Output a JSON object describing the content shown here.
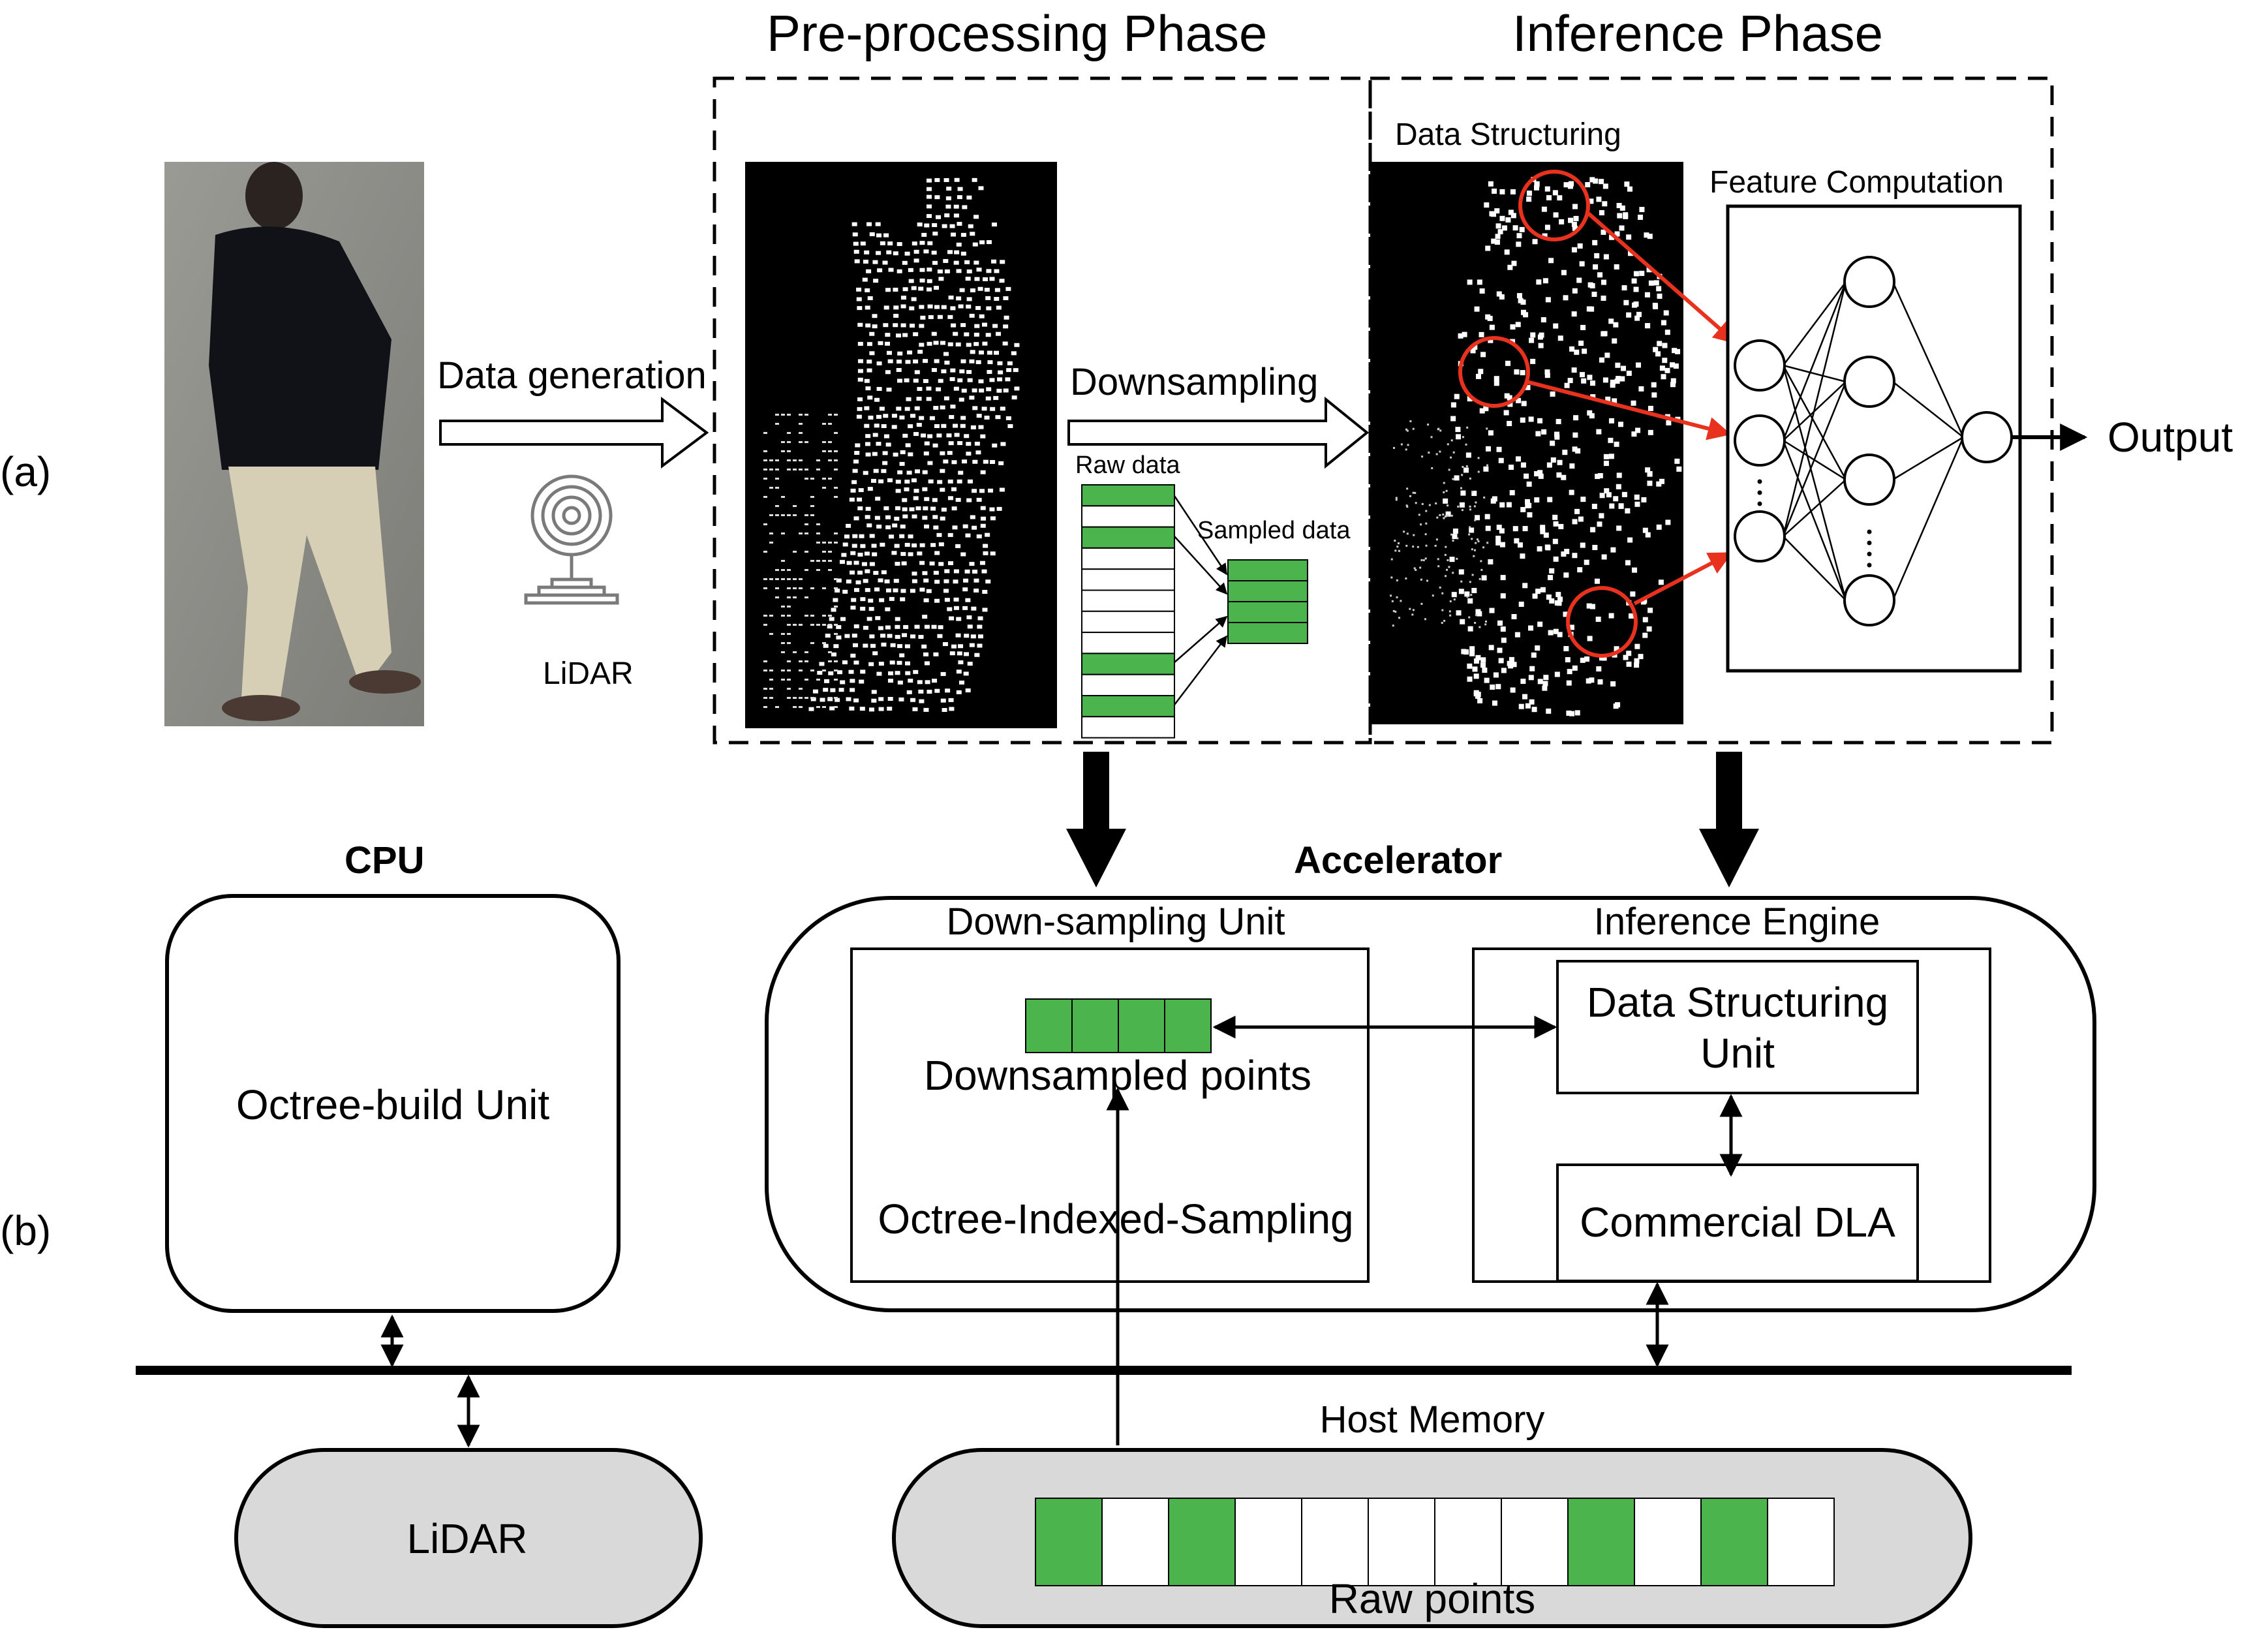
{
  "panel_labels": {
    "a": "(a)",
    "b": "(b)"
  },
  "top": {
    "preprocessing_title": "Pre-processing Phase",
    "inference_title": "Inference Phase",
    "data_generation_label": "Data generation",
    "lidar_label": "LiDAR",
    "downsampling_label": "Downsampling",
    "raw_data_label": "Raw data",
    "sampled_data_label": "Sampled data",
    "data_structuring_label": "Data Structuring",
    "feature_computation_label": "Feature Computation",
    "output_label": "Output",
    "raw_data_cells": [
      1,
      0,
      1,
      0,
      0,
      0,
      0,
      0,
      1,
      0,
      1,
      0
    ],
    "sampled_data_cells": [
      1,
      1,
      1,
      1
    ]
  },
  "bottom": {
    "cpu_title": "CPU",
    "accelerator_title": "Accelerator",
    "octree_build_unit": "Octree-build Unit",
    "downsampling_unit_title": "Down-sampling Unit",
    "downsampled_points": "Downsampled points",
    "octree_indexed_sampling": "Octree-Indexed-Sampling",
    "inference_engine_title": "Inference Engine",
    "data_structuring_unit_line1": "Data Structuring",
    "data_structuring_unit_line2": "Unit",
    "commercial_dla": "Commercial DLA",
    "host_memory": "Host Memory",
    "lidar": "LiDAR",
    "raw_points": "Raw points",
    "downsampled_cells": [
      1,
      1,
      1,
      1
    ],
    "raw_points_cells": [
      1,
      0,
      1,
      0,
      0,
      0,
      0,
      0,
      1,
      0,
      1,
      0
    ]
  },
  "colors": {
    "green": "#4cb44c",
    "red": "#e8321e",
    "memory_fill": "#d9d9d9",
    "black": "#000000"
  }
}
